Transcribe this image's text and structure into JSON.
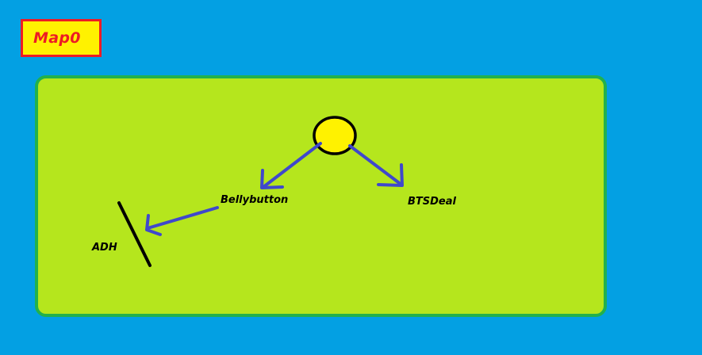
{
  "map": {
    "title": "Map0"
  },
  "nodes": {
    "bellybutton": "Bellybutton",
    "btsdeal": "BTSDeal",
    "adh": "ADH"
  },
  "colors": {
    "background": "#03a0e3",
    "field": "#b5e61d",
    "field_border": "#22b14c",
    "title_fill": "#fff200",
    "title_border": "#ed1c24",
    "arrow": "#3f48cc",
    "start_node": "#fff200"
  }
}
